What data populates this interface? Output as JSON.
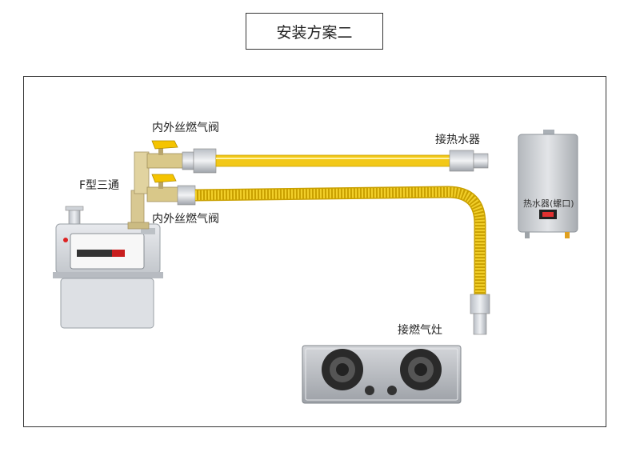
{
  "title": "安装方案二",
  "labels": {
    "valve_top": "内外丝燃气阀",
    "valve_bottom": "内外丝燃气阀",
    "tee": "F型三通",
    "water_heater_connect": "接热水器",
    "stove_connect": "接燃气灶",
    "water_heater_name": "热水器(螺口)"
  },
  "colors": {
    "hose_yellow": "#f2c818",
    "valve_yellow": "#f5c400",
    "brass": "#d6c28a",
    "steel": "#c8ccd2",
    "frame": "#333333"
  }
}
